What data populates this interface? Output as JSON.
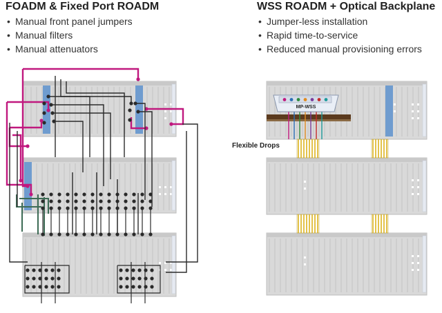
{
  "left_panel": {
    "title": "FOADM & Fixed Port ROADM",
    "bullets": [
      "Manual front panel jumpers",
      "Manual filters",
      "Manual attenuators"
    ]
  },
  "right_panel": {
    "title": "WSS ROADM + Optical Backplane",
    "bullets": [
      "Jumper-less installation",
      "Rapid time-to-service",
      "Reduced manual provisioning errors"
    ],
    "wss_label": "MP-WSS",
    "drops_label": "Flexible Drops"
  },
  "colors": {
    "shelf": "#d9d9d9",
    "shelf_edge": "#bdbdbd",
    "card_blue": "#6f9ccf",
    "jumper_magenta": "#c0187e",
    "jumper_dark": "#2a2a2a",
    "jumper_green": "#3d6b55",
    "fiber_yellow": "#e3c24a",
    "backplane_brown": "#5b3a1e"
  }
}
